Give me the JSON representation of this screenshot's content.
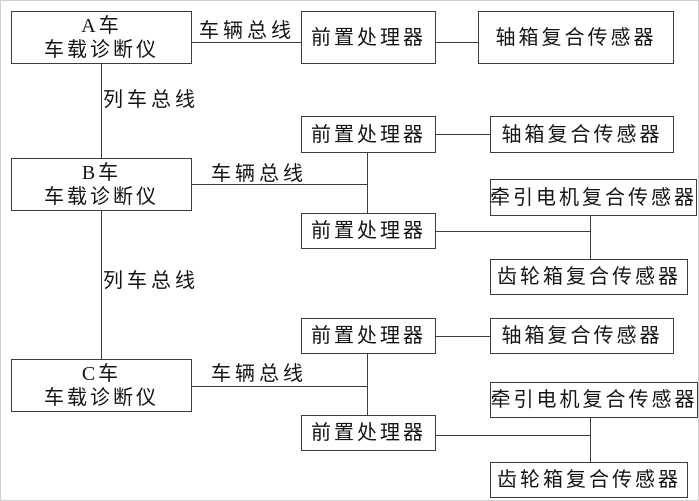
{
  "diagram_type": "block-diagram",
  "colors": {
    "background": "#ffffff",
    "line": "#3d3d3d",
    "text": "#141414"
  },
  "cars": [
    {
      "id": "A",
      "box": {
        "line1": "A车",
        "line2": "车载诊断仪"
      },
      "vehicle_bus_label": "车辆总线",
      "branches": [
        {
          "preprocessor": "前置处理器",
          "sensors": [
            "轴箱复合传感器"
          ]
        }
      ]
    },
    {
      "id": "B",
      "box": {
        "line1": "B车",
        "line2": "车载诊断仪"
      },
      "train_bus_label_from_previous": "列车总线",
      "vehicle_bus_label": "车辆总线",
      "branches": [
        {
          "preprocessor": "前置处理器",
          "sensors": [
            "轴箱复合传感器"
          ]
        },
        {
          "preprocessor": "前置处理器",
          "sensors": [
            "牵引电机复合传感器",
            "齿轮箱复合传感器"
          ]
        }
      ]
    },
    {
      "id": "C",
      "box": {
        "line1": "C车",
        "line2": "车载诊断仪"
      },
      "train_bus_label_from_previous": "列车总线",
      "vehicle_bus_label": "车辆总线",
      "branches": [
        {
          "preprocessor": "前置处理器",
          "sensors": [
            "轴箱复合传感器"
          ]
        },
        {
          "preprocessor": "前置处理器",
          "sensors": [
            "牵引电机复合传感器",
            "齿轮箱复合传感器"
          ]
        }
      ]
    }
  ]
}
